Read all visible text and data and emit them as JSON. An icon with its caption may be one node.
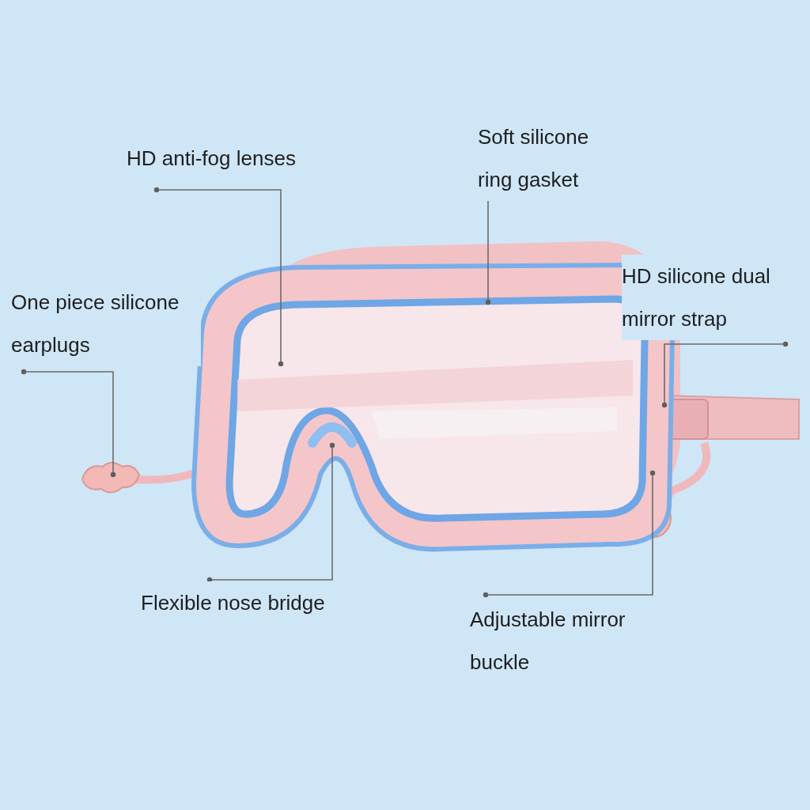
{
  "diagram": {
    "nodes": [
      {
        "text": [
          "HD anti-fog lenses"
        ]
      },
      {
        "text": [
          "Soft silicone ring gasket"
        ]
      },
      {
        "text": [
          "One piece silicone earplugs"
        ]
      },
      {
        "text": [
          "HD silicone dual mirror strap"
        ]
      },
      {
        "text": [
          "Flexible nose bridge"
        ]
      },
      {
        "text": [
          "Adjustable mirror buckle"
        ]
      }
    ],
    "edges": [
      {
        "from": 0,
        "to": null,
        "arrow": "other"
      },
      {
        "from": 1,
        "to": null,
        "arrow": "other"
      },
      {
        "from": 2,
        "to": null,
        "arrow": "other"
      },
      {
        "from": 3,
        "to": null,
        "arrow": "other"
      },
      {
        "from": 4,
        "to": null,
        "arrow": "other"
      },
      {
        "from": 5,
        "to": null,
        "arrow": "other"
      }
    ]
  }
}
